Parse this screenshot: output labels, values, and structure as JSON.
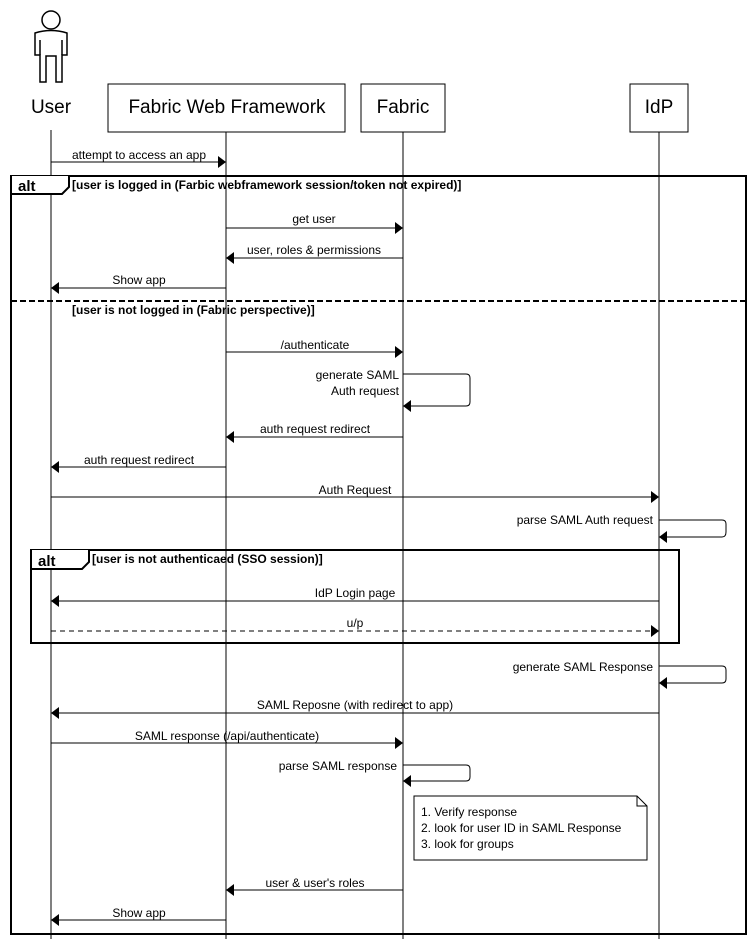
{
  "participants": {
    "user": "User",
    "fww": "Fabric Web Framework",
    "fabric": "Fabric",
    "idp": "IdP"
  },
  "messages": {
    "m1": "attempt to access an app",
    "m2": "get user",
    "m3": "user, roles & permissions",
    "m4": "Show app",
    "m5": "/authenticate",
    "m6a": "generate SAML",
    "m6b": "Auth request",
    "m7": "auth request redirect",
    "m8": "auth request redirect",
    "m9": "Auth Request",
    "m10": "parse SAML Auth request",
    "m11": "IdP Login page",
    "m12": "u/p",
    "m13": "generate SAML Response",
    "m14": "SAML Reposne (with redirect to app)",
    "m15": "SAML response (/api/authenticate)",
    "m16": "parse SAML response",
    "m17": "user & user's roles",
    "m18": "Show app"
  },
  "frames": {
    "outer_tag": "alt",
    "outer_guard1": "[user is logged in (Farbic webframework session/token not expired)]",
    "outer_guard2": "[user is not logged in (Fabric perspective)]",
    "inner_tag": "alt",
    "inner_guard": "[user is not authenticaed (SSO session)]"
  },
  "note": {
    "line1": "1. Verify response",
    "line2": "2. look for user ID in SAML Response",
    "line3": "3. look for groups"
  }
}
